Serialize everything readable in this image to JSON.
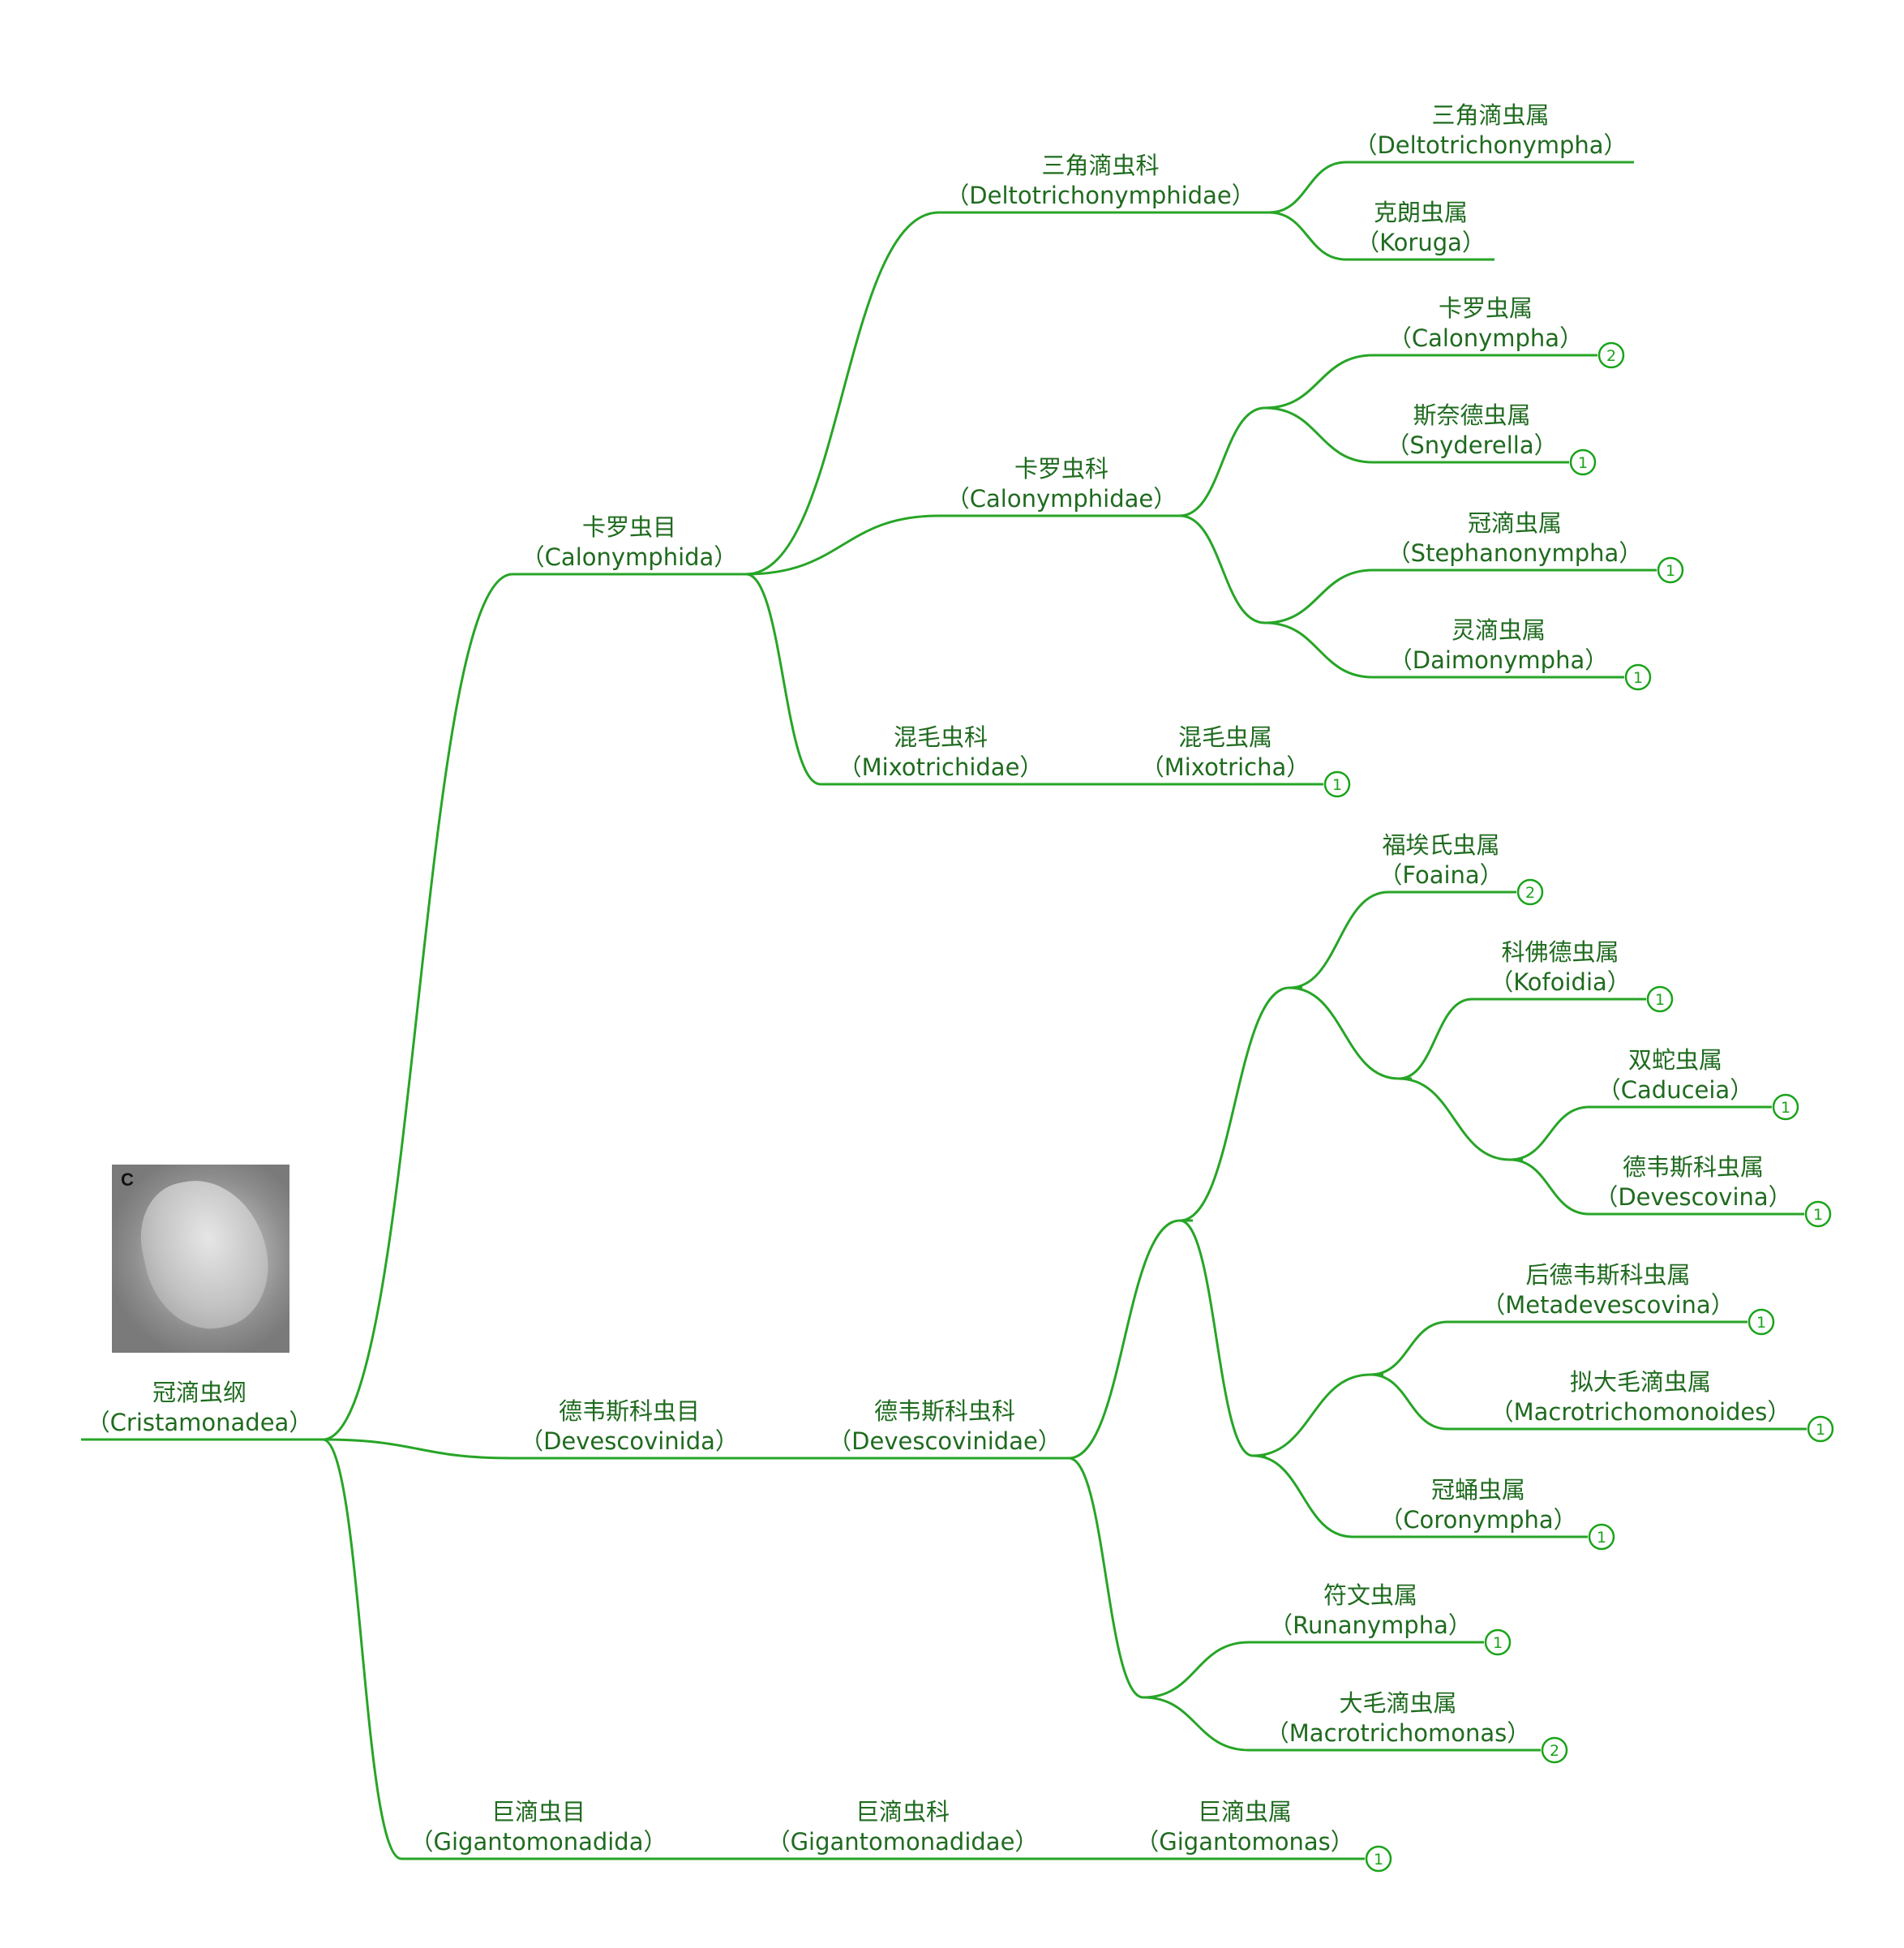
{
  "colors": {
    "line": "#27a527",
    "text": "#1f6b1f",
    "badge": "#1aa31a"
  },
  "image": {
    "panel_letter": "C"
  },
  "root": {
    "zh": "冠滴虫纲",
    "latin": "（Cristamonadea）"
  },
  "nodes": [
    {
      "id": "calonymphida",
      "zh": "卡罗虫目",
      "latin": "（Calonymphida）"
    },
    {
      "id": "devescovinida",
      "zh": "德韦斯科虫目",
      "latin": "（Devescovinida）"
    },
    {
      "id": "gigantomonadida",
      "zh": "巨滴虫目",
      "latin": "（Gigantomonadida）"
    },
    {
      "id": "deltotrichonymphidae",
      "zh": "三角滴虫科",
      "latin": "（Deltotrichonymphidae）"
    },
    {
      "id": "calonymphidae",
      "zh": "卡罗虫科",
      "latin": "（Calonymphidae）"
    },
    {
      "id": "mixotrichidae",
      "zh": "混毛虫科",
      "latin": "（Mixotrichidae）"
    },
    {
      "id": "devescovinidae",
      "zh": "德韦斯科虫科",
      "latin": "（Devescovinidae）"
    },
    {
      "id": "gigantomonadidae",
      "zh": "巨滴虫科",
      "latin": "（Gigantomonadidae）"
    },
    {
      "id": "deltotrichonympha",
      "zh": "三角滴虫属",
      "latin": "（Deltotrichonympha）"
    },
    {
      "id": "koruga",
      "zh": "克朗虫属",
      "latin": "（Koruga）"
    },
    {
      "id": "calonympha",
      "zh": "卡罗虫属",
      "latin": "（Calonympha）",
      "badge": "2"
    },
    {
      "id": "snyderella",
      "zh": "斯奈德虫属",
      "latin": "（Snyderella）",
      "badge": "1"
    },
    {
      "id": "stephanonympha",
      "zh": "冠滴虫属",
      "latin": "（Stephanonympha）",
      "badge": "1"
    },
    {
      "id": "daimonympha",
      "zh": "灵滴虫属",
      "latin": "（Daimonympha）",
      "badge": "1"
    },
    {
      "id": "mixotricha",
      "zh": "混毛虫属",
      "latin": "（Mixotricha）",
      "badge": "1"
    },
    {
      "id": "foaina",
      "zh": "福埃氏虫属",
      "latin": "（Foaina）",
      "badge": "2"
    },
    {
      "id": "kofoidia",
      "zh": "科佛德虫属",
      "latin": "（Kofoidia）",
      "badge": "1"
    },
    {
      "id": "caduceia",
      "zh": "双蛇虫属",
      "latin": "（Caduceia）",
      "badge": "1"
    },
    {
      "id": "devescovina",
      "zh": "德韦斯科虫属",
      "latin": "（Devescovina）",
      "badge": "1"
    },
    {
      "id": "metadevescovina",
      "zh": "后德韦斯科虫属",
      "latin": "（Metadevescovina）",
      "badge": "1"
    },
    {
      "id": "macrotrichomonoides",
      "zh": "拟大毛滴虫属",
      "latin": "（Macrotrichomonoides）",
      "badge": "1"
    },
    {
      "id": "coronympha",
      "zh": "冠蛹虫属",
      "latin": "（Coronympha）",
      "badge": "1"
    },
    {
      "id": "runanympha",
      "zh": "符文虫属",
      "latin": "（Runanympha）",
      "badge": "1"
    },
    {
      "id": "macrotrichomonas",
      "zh": "大毛滴虫属",
      "latin": "（Macrotrichomonas）",
      "badge": "2"
    },
    {
      "id": "gigantomonas",
      "zh": "巨滴虫属",
      "latin": "（Gigantomonas）",
      "badge": "1"
    }
  ]
}
